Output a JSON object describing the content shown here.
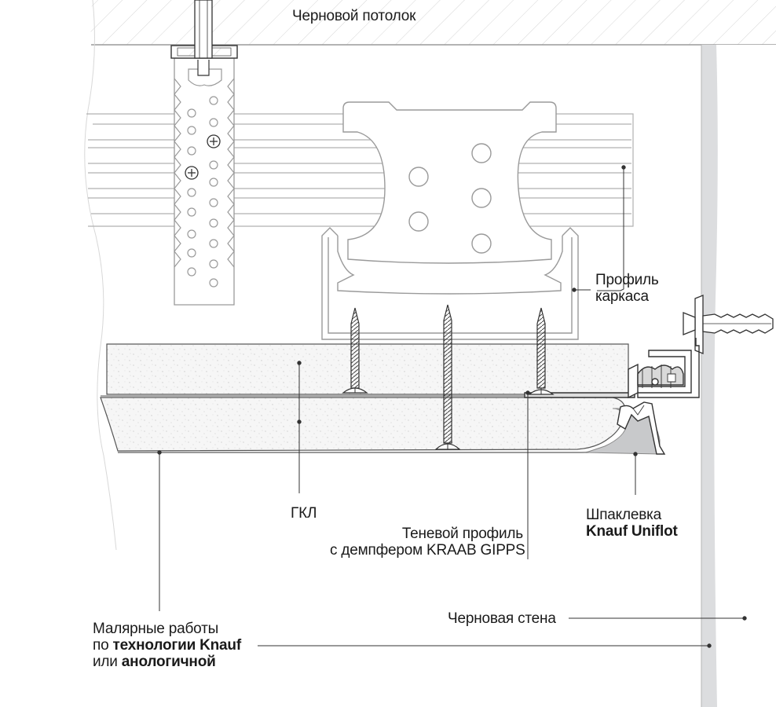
{
  "labels": {
    "ceiling": "Черновой потолок",
    "profile_line1": "Профиль",
    "profile_line2": "каркаса",
    "gkl": "ГКЛ",
    "shadow_line1": "Теневой профиль",
    "shadow_line2": "с демпфером KRAAB GIPPS",
    "putty_line1": "Шпаклевка",
    "putty_line2": "Knauf Uniflot",
    "wall": "Черновая стена",
    "paint_line1": "Малярные работы",
    "paint_line2_prefix": "по ",
    "paint_line2_bold": "технологии Knauf",
    "paint_line3_prefix": "или ",
    "paint_line3_bold": "анологичной"
  },
  "colors": {
    "line": "#333333",
    "light_line": "#9a9a9a",
    "wall_band": "#dcdddf",
    "putty": "#c8c9cb",
    "board": "#f7f7f7"
  }
}
